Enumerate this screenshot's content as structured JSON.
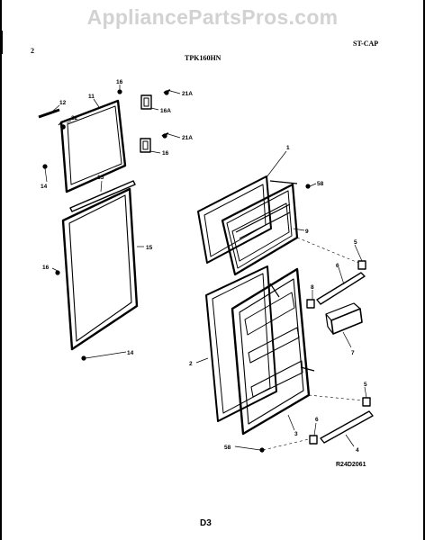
{
  "watermark": "AppliancePartsPros.com",
  "header": {
    "page_number": "2",
    "model": "TPK160HN",
    "section": "ST-CAP"
  },
  "footer": {
    "diagram_code": "R24D2061",
    "page_code": "D3"
  },
  "callouts": {
    "n16_top": "16",
    "n16a": "16A",
    "n21a_top": "21A",
    "n21a_mid": "21A",
    "n16_mid": "16",
    "n11": "11",
    "n12": "12",
    "n22": "22",
    "n14_a": "14",
    "n15_a": "15",
    "n15_b": "15",
    "n16_left": "16",
    "n14_b": "14",
    "n1": "1",
    "n58_top": "58",
    "n9": "9",
    "n5_top": "5",
    "n6_top": "6",
    "n8": "8",
    "n7": "7",
    "n2": "2",
    "n5_bot": "5",
    "n6_bot": "6",
    "n3": "3",
    "n4": "4",
    "n58_bot": "58"
  }
}
